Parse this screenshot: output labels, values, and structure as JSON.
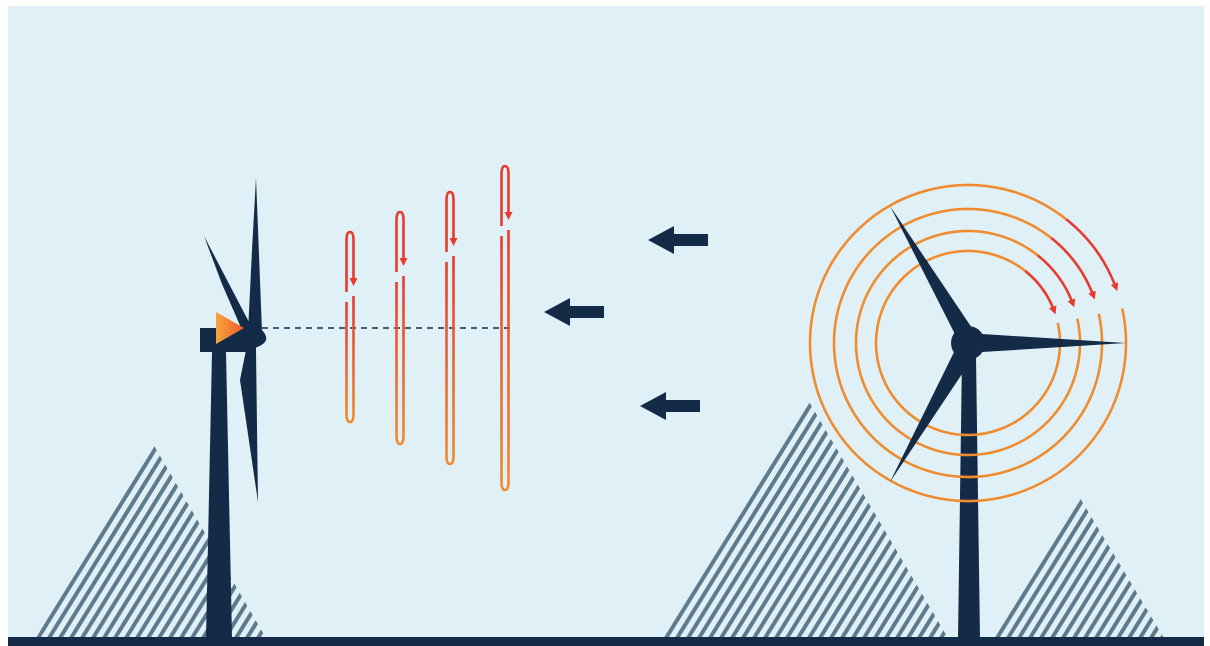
{
  "colors": {
    "background": "#dff0f7",
    "frame": "#ffffff",
    "turbine": "#132b47",
    "ground": "#132b47",
    "hill_stripes": "#5d7b8d",
    "wake_top": "#e63b2e",
    "wake_bottom": "#f08c30",
    "sensor_light": "#f7a43c",
    "sensor_dark": "#ee5a28",
    "wind_arrow": "#132b47",
    "laser_beam": "#132b47"
  },
  "icons": {
    "wind_arrow": "arrow-left-icon",
    "lidar": "triangle-sensor-icon",
    "turbine": "wind-turbine-icon"
  },
  "diagram": {
    "wind_arrow_count": 3,
    "wake_loop_count_side_view": 4,
    "wake_ring_count_front_view": 4,
    "hill_count": 3,
    "turbine_count": 2,
    "laser_beam_style": "dashed"
  }
}
